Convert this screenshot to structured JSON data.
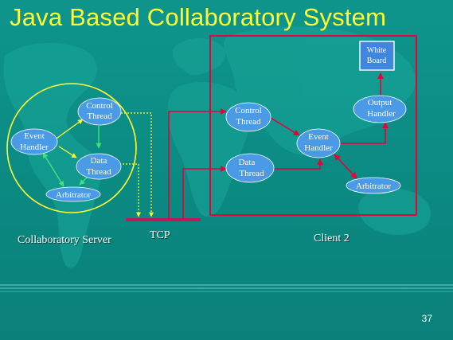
{
  "slide": {
    "title": "Java Based Collaboratory System",
    "page_number": "37"
  },
  "server": {
    "caption": "Collaboratory Server",
    "nodes": {
      "control_thread": [
        "Control",
        "Thread"
      ],
      "event_handler": [
        "Event",
        "Handler"
      ],
      "data_thread": [
        "Data",
        "Thread"
      ],
      "arbitrator": [
        "Arbitrator"
      ]
    }
  },
  "network": {
    "label": "TCP"
  },
  "client": {
    "caption": "Client 2",
    "nodes": {
      "control_thread": [
        "Control",
        "Thread"
      ],
      "data_thread": [
        "Data",
        "Thread"
      ],
      "event_handler": [
        "Event",
        "Handler"
      ],
      "output_handler": [
        "Output",
        "Handler"
      ],
      "arbitrator": [
        "Arbitrator"
      ],
      "white_board": [
        "White",
        "Board"
      ]
    }
  },
  "colors": {
    "background": "#0b8f86",
    "title": "#ffff33",
    "server_boundary": "#ffff33",
    "client_boundary": "#e8003a",
    "node_fill": "#4a9ae6",
    "white_board_fill": "#3f86e0"
  }
}
